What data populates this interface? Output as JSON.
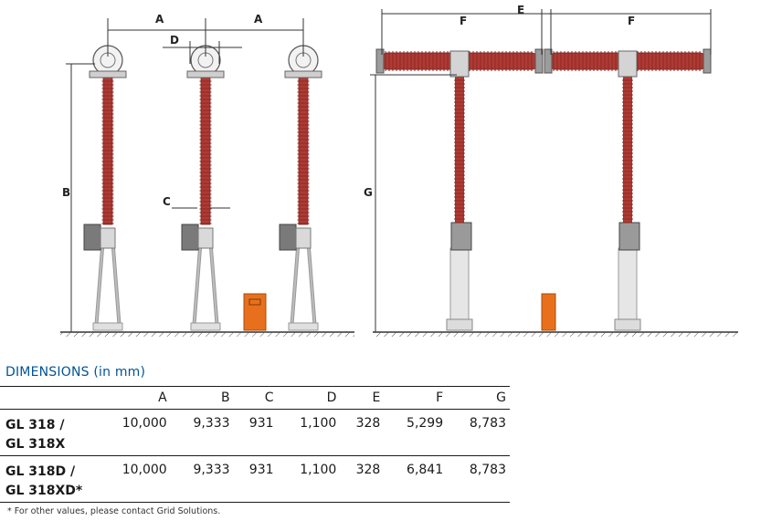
{
  "diagram_labels": {
    "A1": "A",
    "A2": "A",
    "B": "B",
    "C": "C",
    "D": "D",
    "E": "E",
    "F1": "F",
    "F2": "F",
    "G": "G"
  },
  "colors": {
    "insulator": "#b03a34",
    "cabinet": "#7a7a7a",
    "orange_box": "#e8701d",
    "frame": "#bdbdbd",
    "title": "#005496"
  },
  "table": {
    "title": "DIMENSIONS (in mm)",
    "columns": [
      "A",
      "B",
      "C",
      "D",
      "E",
      "F",
      "G"
    ],
    "rows": [
      {
        "model_line1": "GL 318 /",
        "model_line2": "GL 318X",
        "values": [
          "10,000",
          "9,333",
          "931",
          "1,100",
          "328",
          "5,299",
          "8,783"
        ]
      },
      {
        "model_line1": "GL 318D /",
        "model_line2": "GL 318XD*",
        "values": [
          "10,000",
          "9,333",
          "931",
          "1,100",
          "328",
          "6,841",
          "8,783"
        ]
      }
    ],
    "footnote": "* For other values, please contact Grid Solutions."
  }
}
